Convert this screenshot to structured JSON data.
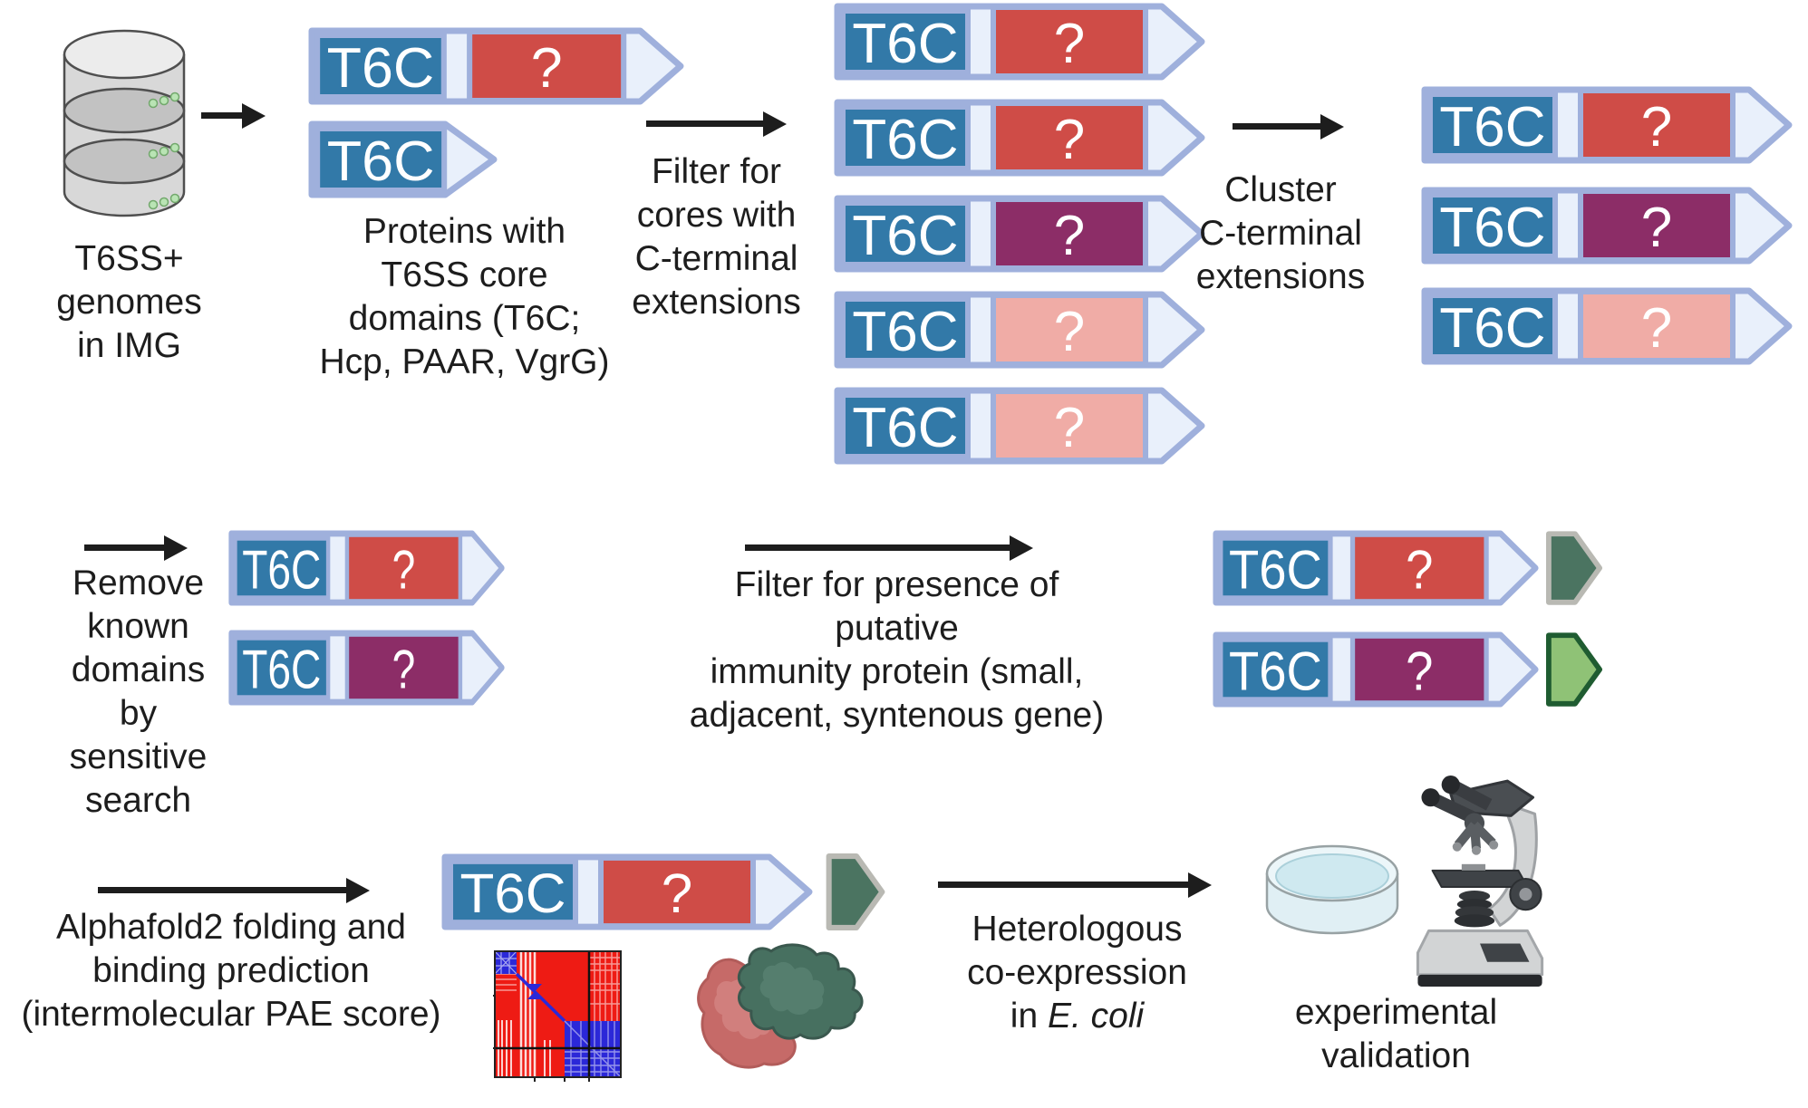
{
  "figure": {
    "description": "T6SS effector discovery pipeline diagram"
  },
  "palette": {
    "core_blue": "#3279a8",
    "gene_outline": "#9fb0dc",
    "gene_arrow_fill": "#e9f0fb",
    "ext_red": "#cf4c47",
    "ext_purple": "#8c2d67",
    "ext_pink": "#f0aca6",
    "immunity_dark_fill": "#4b7461",
    "immunity_dark_border": "#b9b9b3",
    "immunity_light_fill": "#8fc276",
    "immunity_light_border": "#1f5c31",
    "text": "#1d1d1d",
    "pae_red": "#ee1b14",
    "pae_blue": "#2b28d8",
    "blob_red": "#c66a68",
    "blob_green": "#477060",
    "petri_blue": "#cfe9f0"
  },
  "row1": {
    "database_caption": "T6SS+\ngenomes\nin IMG",
    "stage1": {
      "caption": "Proteins with\nT6SS core\ndomains (T6C;\nHcp, PAAR, VgrG)",
      "genes": [
        {
          "core": "T6C",
          "ext": "?",
          "color": "red"
        },
        {
          "core": "T6C"
        }
      ]
    },
    "filter_caption": "Filter for\ncores with\nC-terminal\nextensions",
    "stage2": {
      "genes": [
        {
          "core": "T6C",
          "ext": "?",
          "color": "red"
        },
        {
          "core": "T6C",
          "ext": "?",
          "color": "red"
        },
        {
          "core": "T6C",
          "ext": "?",
          "color": "purple"
        },
        {
          "core": "T6C",
          "ext": "?",
          "color": "pink"
        },
        {
          "core": "T6C",
          "ext": "?",
          "color": "pink"
        }
      ]
    },
    "cluster_caption": "Cluster\nC-terminal\nextensions",
    "stage3": {
      "genes": [
        {
          "core": "T6C",
          "ext": "?",
          "color": "red"
        },
        {
          "core": "T6C",
          "ext": "?",
          "color": "purple"
        },
        {
          "core": "T6C",
          "ext": "?",
          "color": "pink"
        }
      ]
    }
  },
  "row2": {
    "remove_caption": "Remove\nknown\ndomains by\nsensitive\nsearch",
    "stage1": {
      "genes": [
        {
          "core": "T6C",
          "ext": "?",
          "color": "red"
        },
        {
          "core": "T6C",
          "ext": "?",
          "color": "purple"
        }
      ]
    },
    "immunity_caption": "Filter for presence of putative\nimmunity protein (small,\nadjacent, syntenous gene)",
    "stage2": {
      "genes": [
        {
          "core": "T6C",
          "ext": "?",
          "color": "red",
          "immunity": "dark"
        },
        {
          "core": "T6C",
          "ext": "?",
          "color": "purple",
          "immunity": "light"
        }
      ]
    }
  },
  "row3": {
    "alphafold_caption": "Alphafold2 folding and\nbinding prediction\n(intermolecular PAE score)",
    "stage1": {
      "genes": [
        {
          "core": "T6C",
          "ext": "?",
          "color": "red",
          "immunity": "dark"
        }
      ]
    },
    "coexpression": {
      "line1": "Heterologous",
      "line2": "co-expression",
      "line3_prefix": "in ",
      "line3_italic": "E. coli"
    },
    "validation_caption": "experimental\nvalidation"
  }
}
